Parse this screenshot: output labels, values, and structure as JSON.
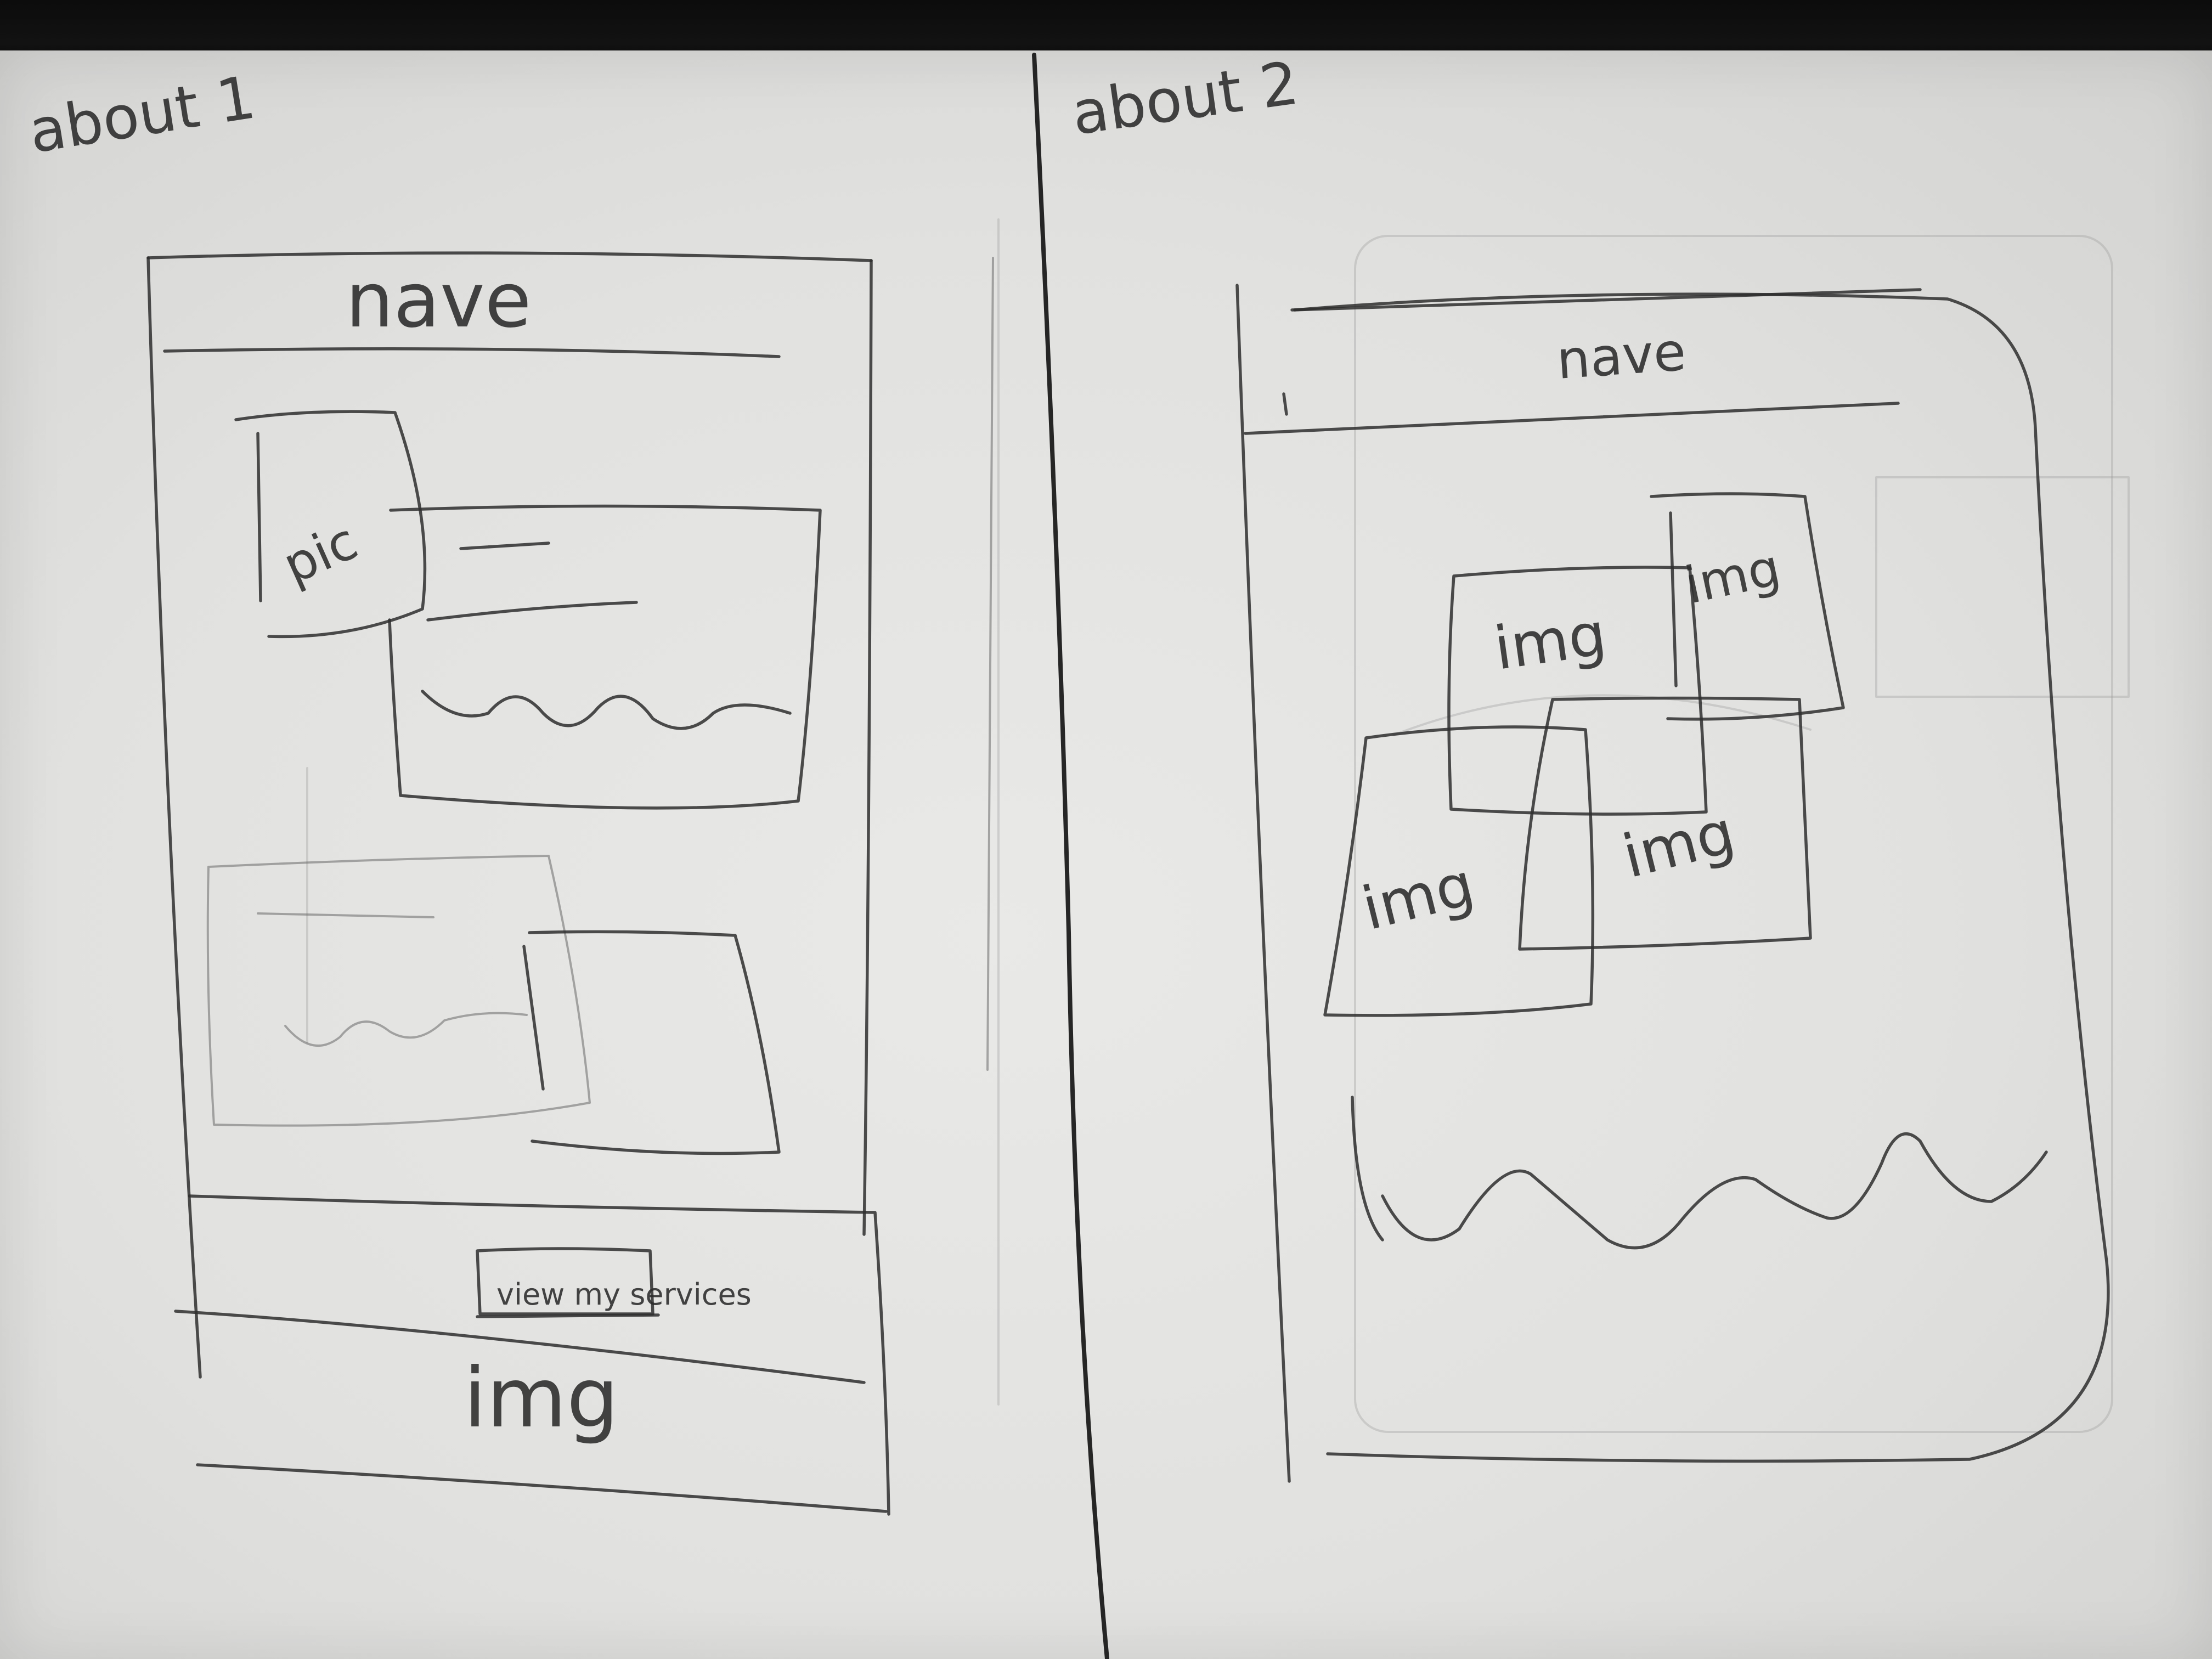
{
  "sketch_1": {
    "title": "about 1",
    "nav_label": "nave",
    "pic_label": "pic",
    "button_label": "view my services",
    "footer_img_label": "img"
  },
  "sketch_2": {
    "title": "about 2",
    "nav_label": "nave",
    "img_labels": [
      "img",
      "img",
      "img",
      "img"
    ]
  },
  "colors": {
    "paper": "#e4e4e2",
    "pencil": "#2e2e2e",
    "background": "#0c0c0c"
  }
}
